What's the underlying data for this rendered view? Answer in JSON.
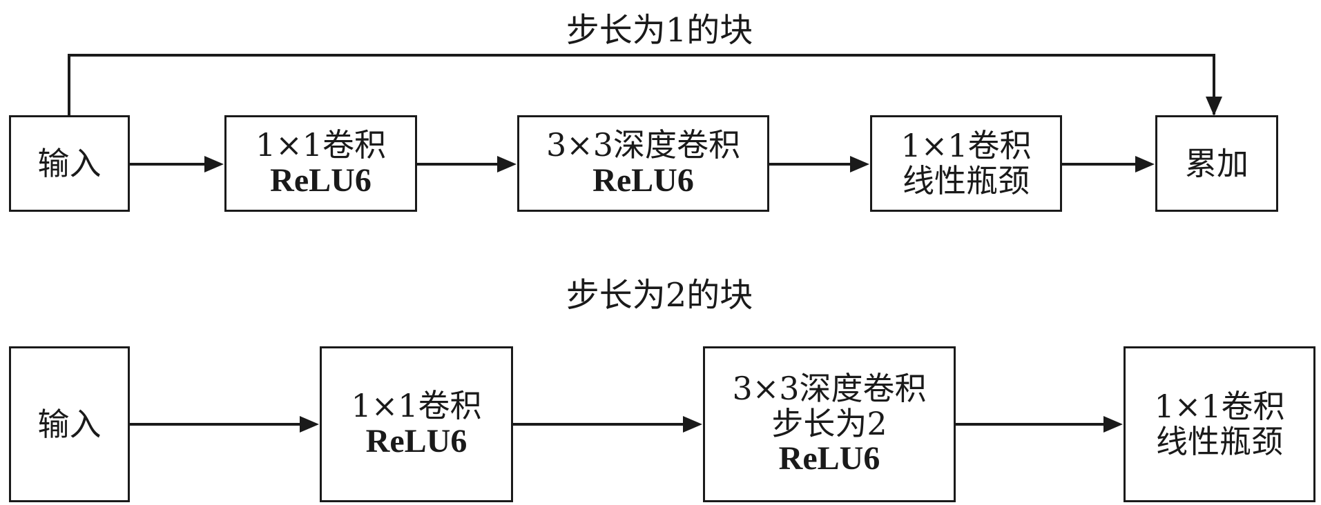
{
  "stride1": {
    "title": "步长为1的块",
    "input": "输入",
    "conv1": {
      "line1": "1×1卷积",
      "line2": "ReLU6"
    },
    "dwconv": {
      "line1": "3×3深度卷积",
      "line2": "ReLU6"
    },
    "conv2": {
      "line1": "1×1卷积",
      "line2": "线性瓶颈"
    },
    "add": "累加"
  },
  "stride2": {
    "title": "步长为2的块",
    "input": "输入",
    "conv1": {
      "line1": "1×1卷积",
      "line2": "ReLU6"
    },
    "dwconv": {
      "line1": "3×3深度卷积",
      "line2": "步长为2",
      "line3": "ReLU6"
    },
    "conv2": {
      "line1": "1×1卷积",
      "line2": "线性瓶颈"
    }
  },
  "colors": {
    "stroke": "#1a1a1a",
    "background": "#ffffff"
  }
}
